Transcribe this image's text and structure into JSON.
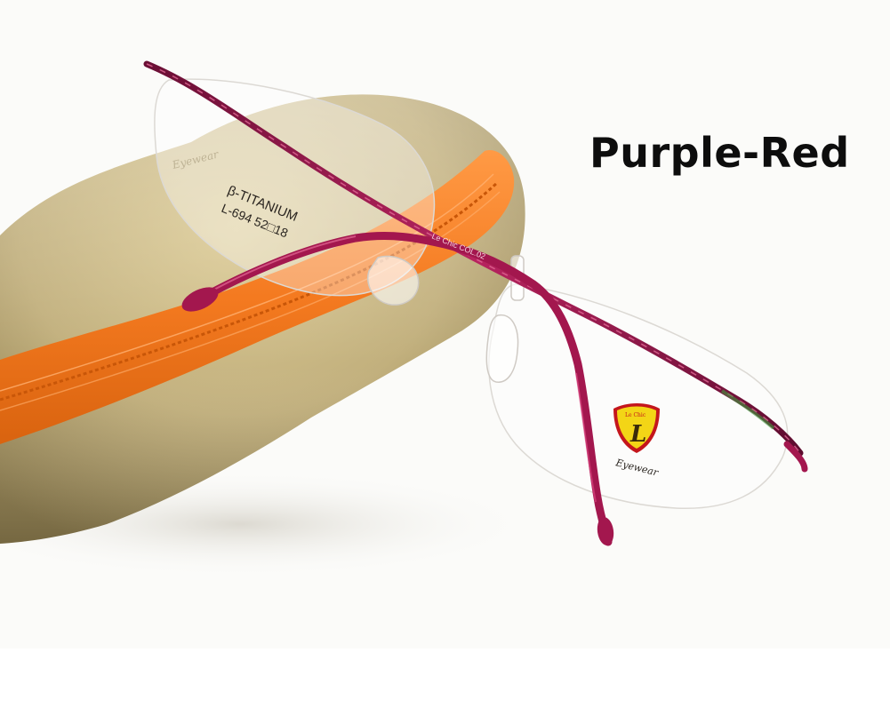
{
  "product": {
    "color_caption": "Purple-Red",
    "lens_print": {
      "line1": "β-TITANIUM",
      "line2": "L-694  52□18"
    },
    "temple_print": "Le Chic  COL.02",
    "lens_logo": {
      "letter": "L",
      "brand": "Le Chic",
      "script": "Eyewear"
    }
  },
  "colors": {
    "frame": "#a3174e",
    "frame_dark": "#6a0f35",
    "case_body": "#c2b07d",
    "zipper": "#f47a20",
    "logo_yellow": "#f3d516",
    "logo_red": "#c4161c",
    "caption": "#0d0d0d"
  }
}
